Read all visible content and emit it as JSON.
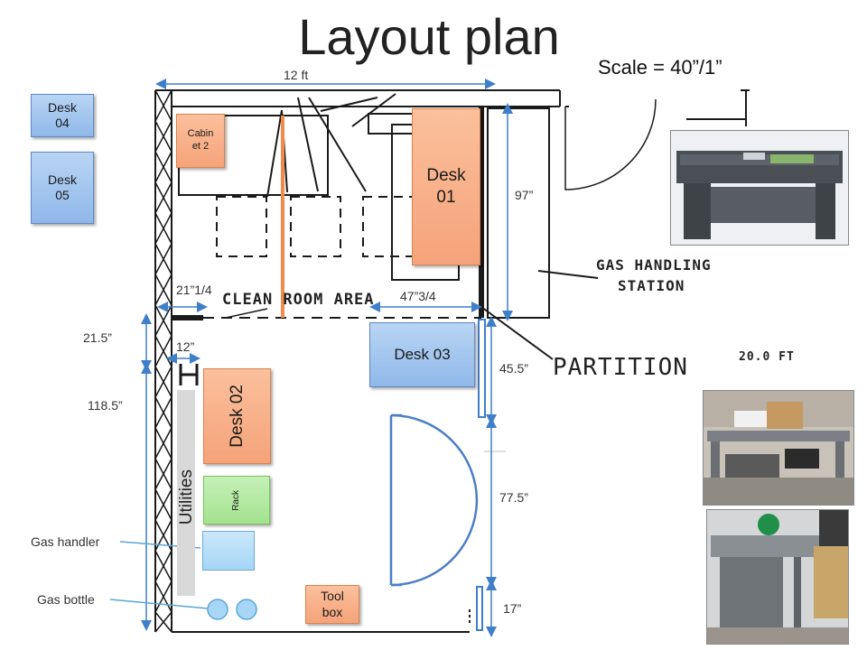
{
  "title": "Layout plan",
  "scale": "Scale = 40”/1”",
  "dimensions": {
    "top_width": "12 ft",
    "d97": "97”",
    "d21_1_4": "21”1/4",
    "d47_3_4": "47”3/4",
    "d21_5": "21.5”",
    "d12": "12”",
    "d118_5": "118.5”",
    "d45_5": "45.5”",
    "d77_5": "77.5”",
    "d17": "17”"
  },
  "boxes": {
    "desk04": "Desk 04",
    "desk05": "Desk 05",
    "cabinet2": "Cabin et 2",
    "desk01": "Desk 01",
    "desk03": "Desk 03",
    "desk02": "Desk 02",
    "rack": "Rack",
    "toolbox": "Tool box"
  },
  "labels": {
    "utilities": "Utilities",
    "gas_handler": "Gas handler",
    "gas_bottle": "Gas bottle"
  },
  "plan_text": {
    "clean_room": "CLEAN ROOM AREA",
    "gas_handling_1": "GAS HANDLING",
    "gas_handling_2": "STATION",
    "partition": "PARTITION",
    "ft": "20.0 FT"
  },
  "colors": {
    "dimension_line": "#3f7fc9",
    "orange_line": "#f28a4a",
    "plan_lines": "#1a1a1a"
  }
}
